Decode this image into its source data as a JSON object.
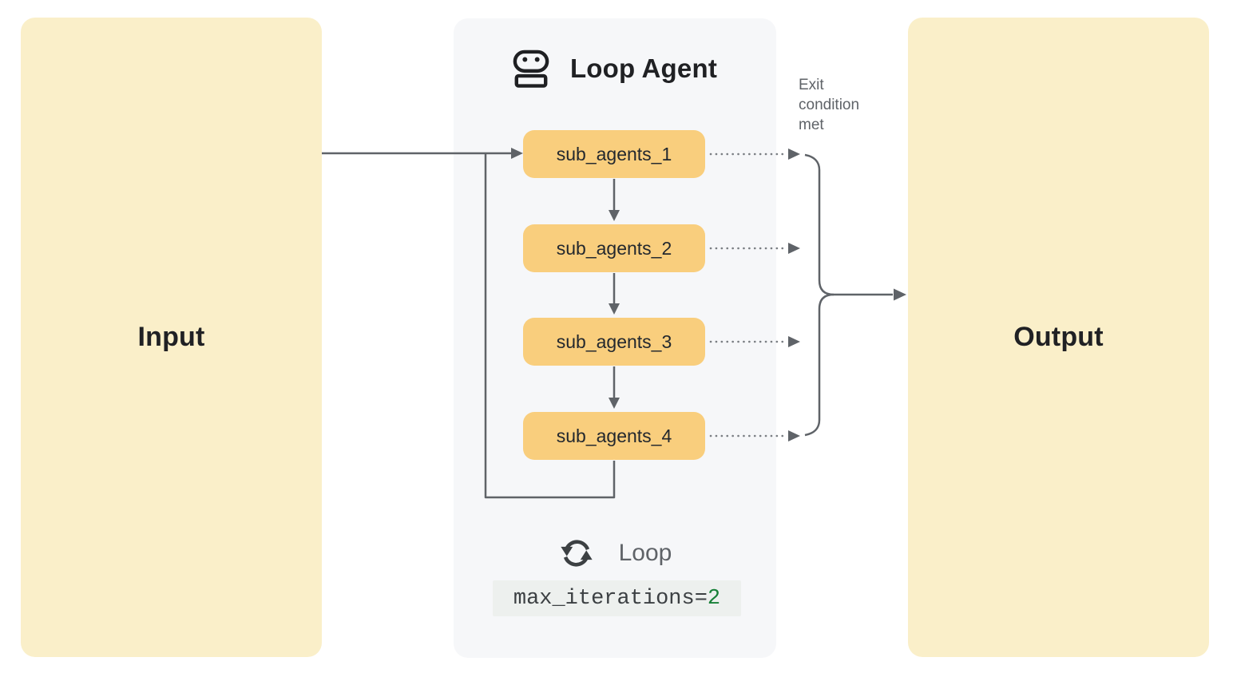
{
  "diagram_title": "Loop Agent",
  "input_box": {
    "label": "Input"
  },
  "output_box": {
    "label": "Output"
  },
  "loop_agent": {
    "title": "Loop Agent",
    "icon": "robot-icon",
    "sub_agents": [
      "sub_agents_1",
      "sub_agents_2",
      "sub_agents_3",
      "sub_agents_4"
    ],
    "footer": {
      "icon": "loop-icon",
      "label": "Loop",
      "code_text": "max_iterations=",
      "code_value": "2"
    }
  },
  "annotations": {
    "exit_condition": "Exit condition met"
  },
  "flow": {
    "input_to": "sub_agents_1",
    "chain": [
      "sub_agents_1",
      "sub_agents_2",
      "sub_agents_3",
      "sub_agents_4"
    ],
    "loop_back": "sub_agents_4 -> sub_agents_1",
    "exit_arrows_to": "Output"
  },
  "colors": {
    "io_box_bg": "#FAEFC9",
    "panel_bg": "#F6F7F9",
    "sub_box_bg": "#F9CE7D",
    "line_gray": "#5F6368",
    "text_dark": "#202124",
    "text_gray": "#5F6368",
    "code_bg": "#EDF0EE",
    "code_value_green": "#188038"
  }
}
